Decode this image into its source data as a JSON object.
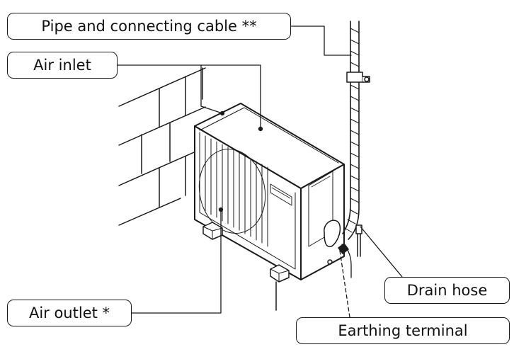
{
  "labels": {
    "pipe_and_cable": "Pipe and connecting cable **",
    "air_inlet": "Air inlet",
    "air_outlet": "Air outlet *",
    "drain_hose": "Drain hose",
    "earthing_terminal": "Earthing terminal"
  },
  "colors": {
    "line": "#1a1a1a",
    "background": "#ffffff"
  }
}
